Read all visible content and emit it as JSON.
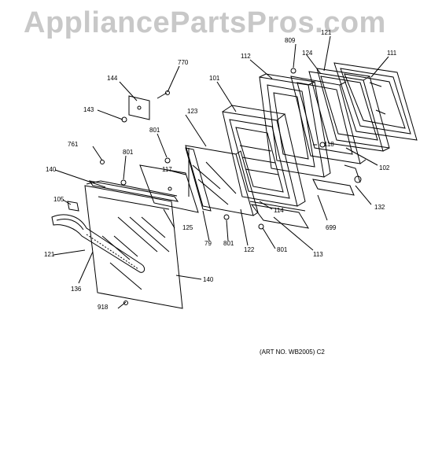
{
  "watermark": "AppliancePartsPros.com",
  "art_number": "(ART NO. WB2005) C2",
  "labels": {
    "l770": "770",
    "l144": "144",
    "l143": "143",
    "l809": "809",
    "l121a": "121",
    "l112": "112",
    "l124": "124",
    "l111": "111",
    "l101": "101",
    "l123": "123",
    "l801a": "801",
    "l761": "761",
    "l801b": "801",
    "l118": "118",
    "l140a": "140",
    "l117": "117",
    "l102": "102",
    "l105": "105",
    "l132": "132",
    "l114": "114",
    "l125": "125",
    "l699": "699",
    "l79": "79",
    "l801c": "801",
    "l122": "122",
    "l801d": "801",
    "l121b": "121",
    "l113": "113",
    "l140b": "140",
    "l136": "136",
    "l918": "918"
  }
}
